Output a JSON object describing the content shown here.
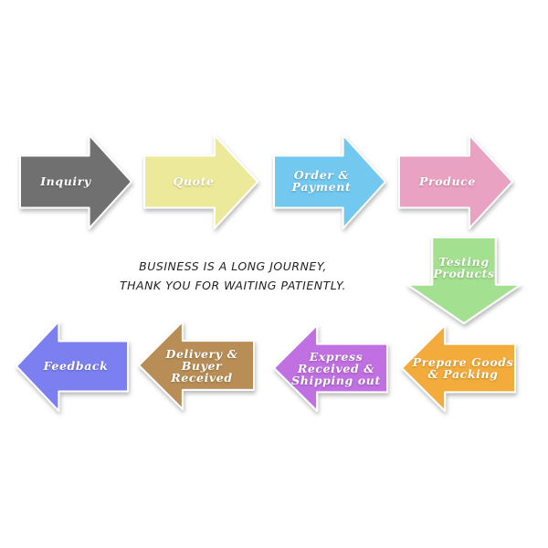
{
  "steps": [
    {
      "label": "Inquiry",
      "color": "#6f6f6f",
      "direction": "right"
    },
    {
      "label": "Quote",
      "color": "#ecea9a",
      "direction": "right"
    },
    {
      "label": "Order &\nPayment",
      "color": "#72c8ef",
      "direction": "right"
    },
    {
      "label": "Produce",
      "color": "#eaa2c2",
      "direction": "right"
    },
    {
      "label": "Testing\nProducts",
      "color": "#a3e08f",
      "direction": "down"
    },
    {
      "label": "Prepare Goods\n& Packing",
      "color": "#f3ac3a",
      "direction": "left"
    },
    {
      "label": "Express\nReceived &\nShipping out",
      "color": "#c06fe1",
      "direction": "left"
    },
    {
      "label": "Delivery &\nBuyer Received",
      "color": "#b88e56",
      "direction": "left"
    },
    {
      "label": "Feedback",
      "color": "#7c7ff0",
      "direction": "left"
    }
  ],
  "message": {
    "line1": "BUSINESS IS A LONG JOURNEY,",
    "line2": "THANK YOU FOR WAITING PATIENTLY."
  }
}
